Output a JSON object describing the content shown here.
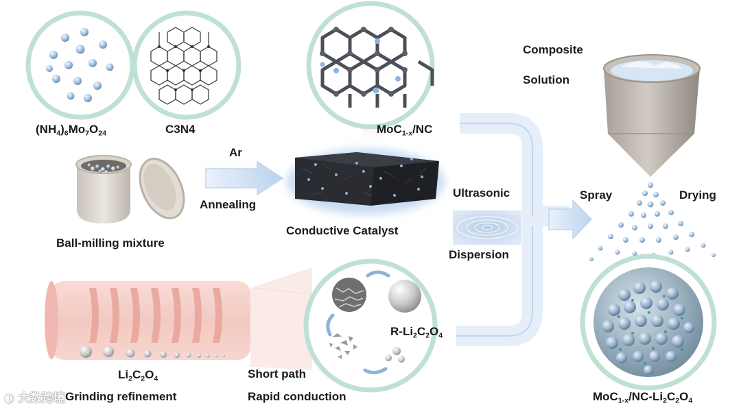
{
  "labels": {
    "ammonium_molybdate": {
      "a": "(NH",
      "s1": "4",
      "b": ")",
      "s2": "6",
      "c": "Mo",
      "s3": "7",
      "d": "O",
      "s4": "24"
    },
    "c3n4": "C3N4",
    "moc_nc": {
      "a": "MoC",
      "s1": "1-x",
      "b": "/NC"
    },
    "ar": "Ar",
    "annealing": "Annealing",
    "ball_milling": "Ball-milling mixture",
    "conductive_catalyst": "Conductive Catalyst",
    "ultrasonic": "Ultrasonic",
    "dispersion": "Dispersion",
    "composite": "Composite",
    "solution": "Solution",
    "spray": "Spray",
    "drying": "Drying",
    "li2c2o4": {
      "a": "Li",
      "s1": "2",
      "b": "C",
      "s2": "2",
      "c": "O",
      "s3": "4"
    },
    "grinding": "Grinding refinement",
    "r_li2c2o4": {
      "a": "R-Li",
      "s1": "2",
      "b": "C",
      "s2": "2",
      "c": "O",
      "s3": "4"
    },
    "short_path": "Short path",
    "rapid_conduction": "Rapid conduction",
    "product": {
      "a": "MoC",
      "s1": "1-x",
      "b": "/NC-Li",
      "s2": "2",
      "c": "C",
      "s3": "2",
      "d": "O",
      "s4": "4"
    }
  },
  "watermark": "大数跨境",
  "colors": {
    "arrow_blue": "#c9dcf2",
    "circle_frame": "#b8ddd3",
    "glow_pink": "#f3c9c4",
    "sphere_blue": "#9fbfdd"
  }
}
